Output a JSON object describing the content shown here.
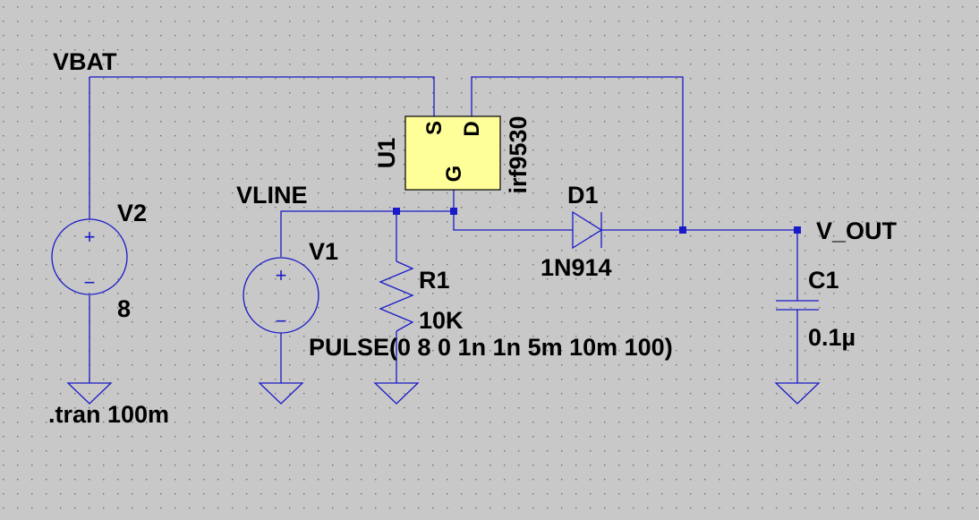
{
  "colors": {
    "background": "#c8c8c8",
    "grid_dot": "#6e6e6e",
    "wire": "#1a1ac8",
    "text": "#000000",
    "mosfet_body": "#ffff99",
    "junction": "#1a1ac8"
  },
  "nets": {
    "vbat": "VBAT",
    "vline": "VLINE",
    "vout": "V_OUT"
  },
  "components": {
    "v2": {
      "name": "V2",
      "value": "8",
      "plus": "+",
      "minus": "−"
    },
    "v1": {
      "name": "V1",
      "value": "PULSE(0 8 0 1n 1n 5m 10m 100)",
      "plus": "+",
      "minus": "−"
    },
    "r1": {
      "name": "R1",
      "value": "10K"
    },
    "d1": {
      "name": "D1",
      "value": "1N914"
    },
    "c1": {
      "name": "C1",
      "value": "0.1µ"
    },
    "u1": {
      "name": "U1",
      "model": "irf9530",
      "pin_s": "S",
      "pin_d": "D",
      "pin_g": "G"
    }
  },
  "directive": ".tran 100m"
}
